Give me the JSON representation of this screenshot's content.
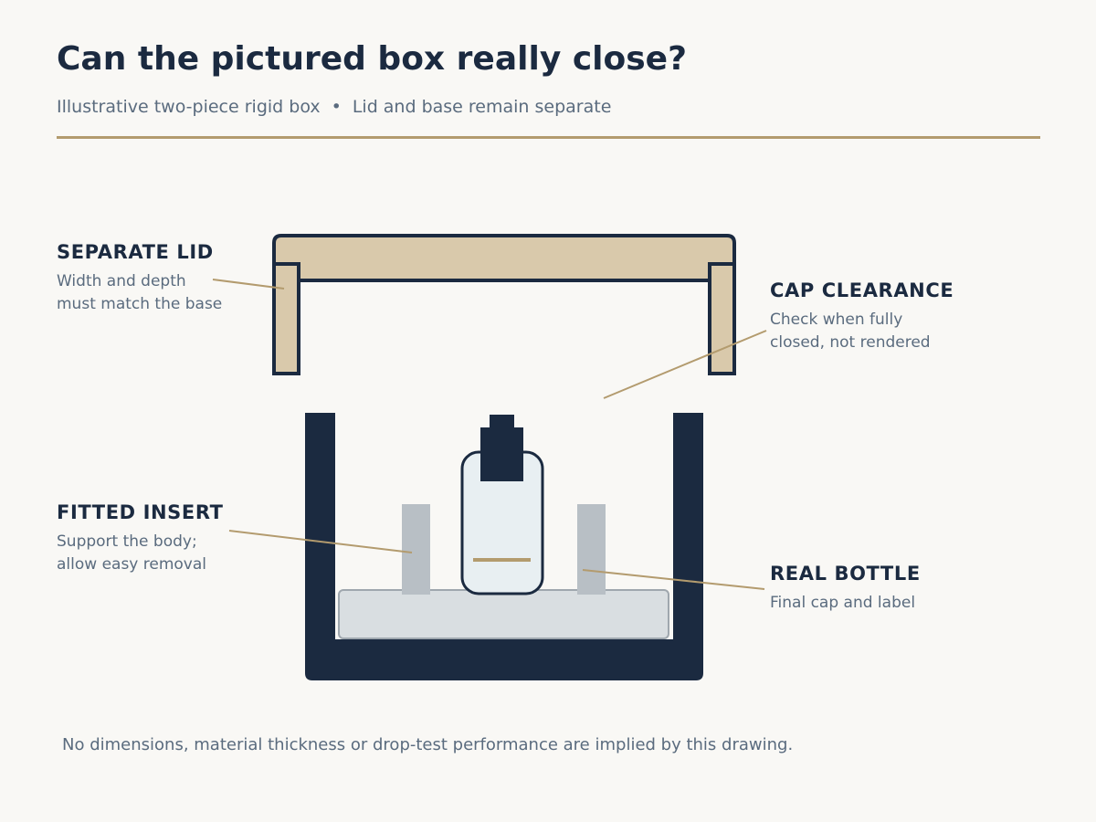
{
  "header": {
    "title": "Can the pictured box really close?",
    "subtitle_left": "Illustrative two-piece rigid box",
    "subtitle_separator": "•",
    "subtitle_right": "Lid and base remain separate"
  },
  "colors": {
    "navy": "#1b2a40",
    "gold": "#b39b6e",
    "lid_fill": "#d9c9ab",
    "insert_gray": "#b8bfc5",
    "tray_fill": "#d9dee1",
    "bottle_glass": "#e8eff2",
    "background": "#f9f8f5"
  },
  "callouts": {
    "separate_lid": {
      "title": "SEPARATE LID",
      "description": "Width and depth\nmust match the base"
    },
    "cap_clearance": {
      "title": "CAP CLEARANCE",
      "description": "Check when fully\nclosed, not rendered"
    },
    "fitted_insert": {
      "title": "FITTED INSERT",
      "description": "Support the body;\nallow easy removal"
    },
    "real_bottle": {
      "title": "REAL BOTTLE",
      "description": "Final cap and label"
    }
  },
  "footer": {
    "note": "No dimensions, material thickness or drop-test performance are implied by this drawing."
  }
}
